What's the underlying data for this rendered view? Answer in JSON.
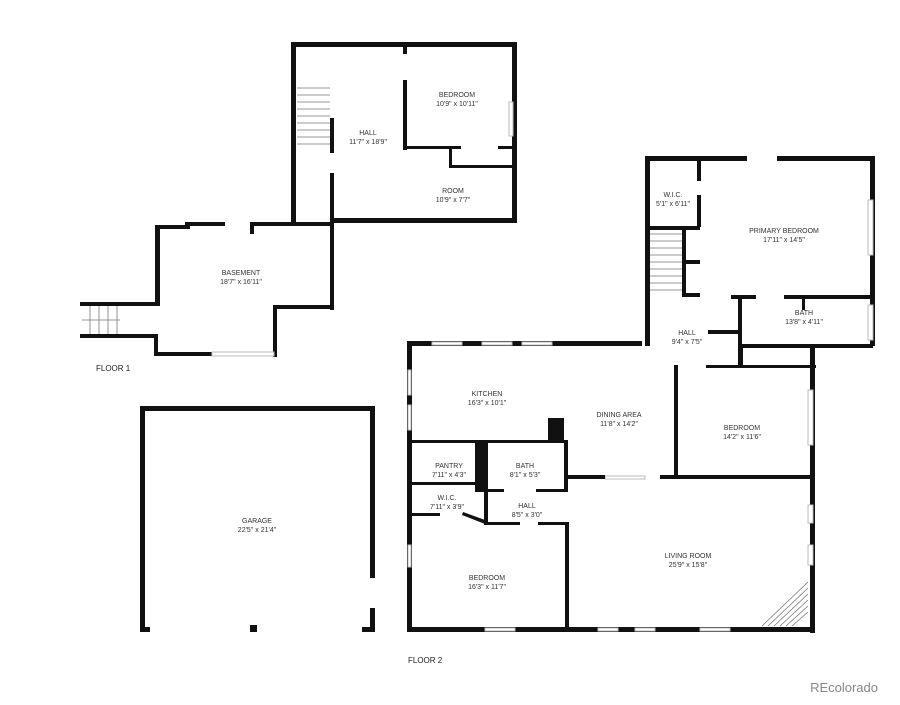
{
  "floor1": {
    "label": "FLOOR 1",
    "rooms": [
      {
        "name": "HALL",
        "dims": "11'7\" x 18'9\""
      },
      {
        "name": "BEDROOM",
        "dims": "10'9\" x 10'11\""
      },
      {
        "name": "ROOM",
        "dims": "10'9\" x 7'7\""
      },
      {
        "name": "BASEMENT",
        "dims": "18'7\" x 16'11\""
      }
    ]
  },
  "garage": {
    "name": "GARAGE",
    "dims": "22'5\" x 21'4\""
  },
  "floor2": {
    "label": "FLOOR 2",
    "rooms": [
      {
        "name": "W.I.C.",
        "dims": "5'1\" x 6'11\""
      },
      {
        "name": "PRIMARY BEDROOM",
        "dims": "17'11\" x 14'5\""
      },
      {
        "name": "BATH",
        "dims": "13'8\" x 4'11\""
      },
      {
        "name": "HALL",
        "dims": "9'4\" x 7'5\""
      },
      {
        "name": "KITCHEN",
        "dims": "16'3\" x 10'1\""
      },
      {
        "name": "DINING AREA",
        "dims": "11'8\" x 14'2\""
      },
      {
        "name": "BEDROOM",
        "dims": "14'2\" x 11'6\""
      },
      {
        "name": "PANTRY",
        "dims": "7'11\" x 4'3\""
      },
      {
        "name": "BATH",
        "dims": "8'1\" x 5'3\""
      },
      {
        "name": "W.I.C.",
        "dims": "7'11\" x 3'9\""
      },
      {
        "name": "HALL",
        "dims": "8'5\" x 3'0\""
      },
      {
        "name": "BEDROOM",
        "dims": "16'3\" x 11'7\""
      },
      {
        "name": "LIVING ROOM",
        "dims": "25'9\" x 15'8\""
      }
    ]
  },
  "watermark": "REcolorado"
}
